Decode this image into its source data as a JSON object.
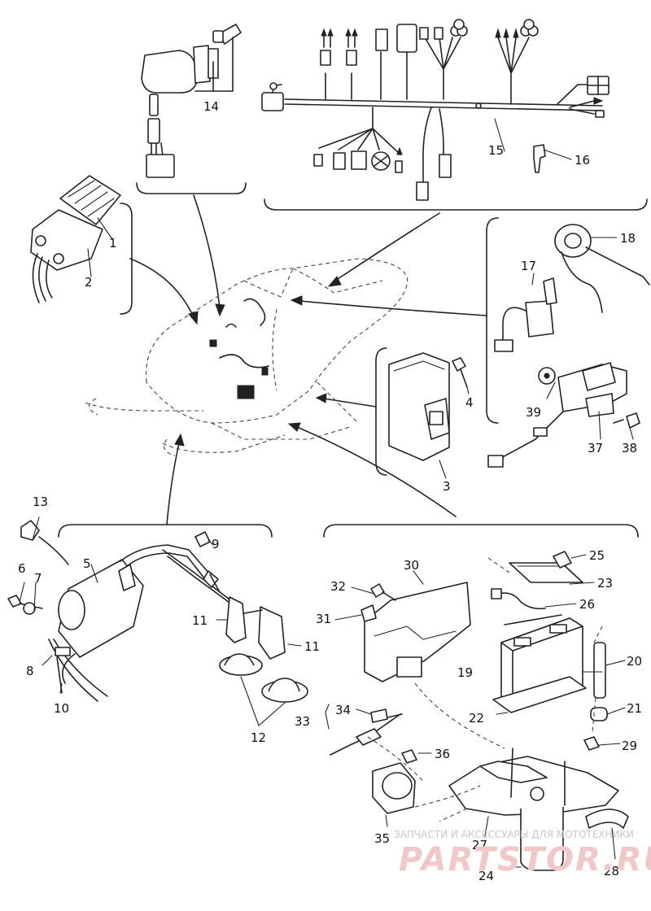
{
  "callouts": [
    "1",
    "2",
    "3",
    "4",
    "5",
    "6",
    "7",
    "8",
    "9",
    "10",
    "11",
    "11",
    "12",
    "13",
    "14",
    "15",
    "16",
    "17",
    "18",
    "19",
    "20",
    "21",
    "22",
    "23",
    "24",
    "25",
    "26",
    "27",
    "28",
    "29",
    "30",
    "31",
    "32",
    "33",
    "34",
    "35",
    "36",
    "37",
    "38",
    "39"
  ],
  "watermark": {
    "tagline": "ЗАПЧАСТИ И АКСЕССУАРЫ ДЛЯ МОТОТЕХНИКИ",
    "site": "PARTSTOR.RU"
  },
  "colors": {
    "ink": "#222222",
    "watermark": "#f0c8c8"
  }
}
